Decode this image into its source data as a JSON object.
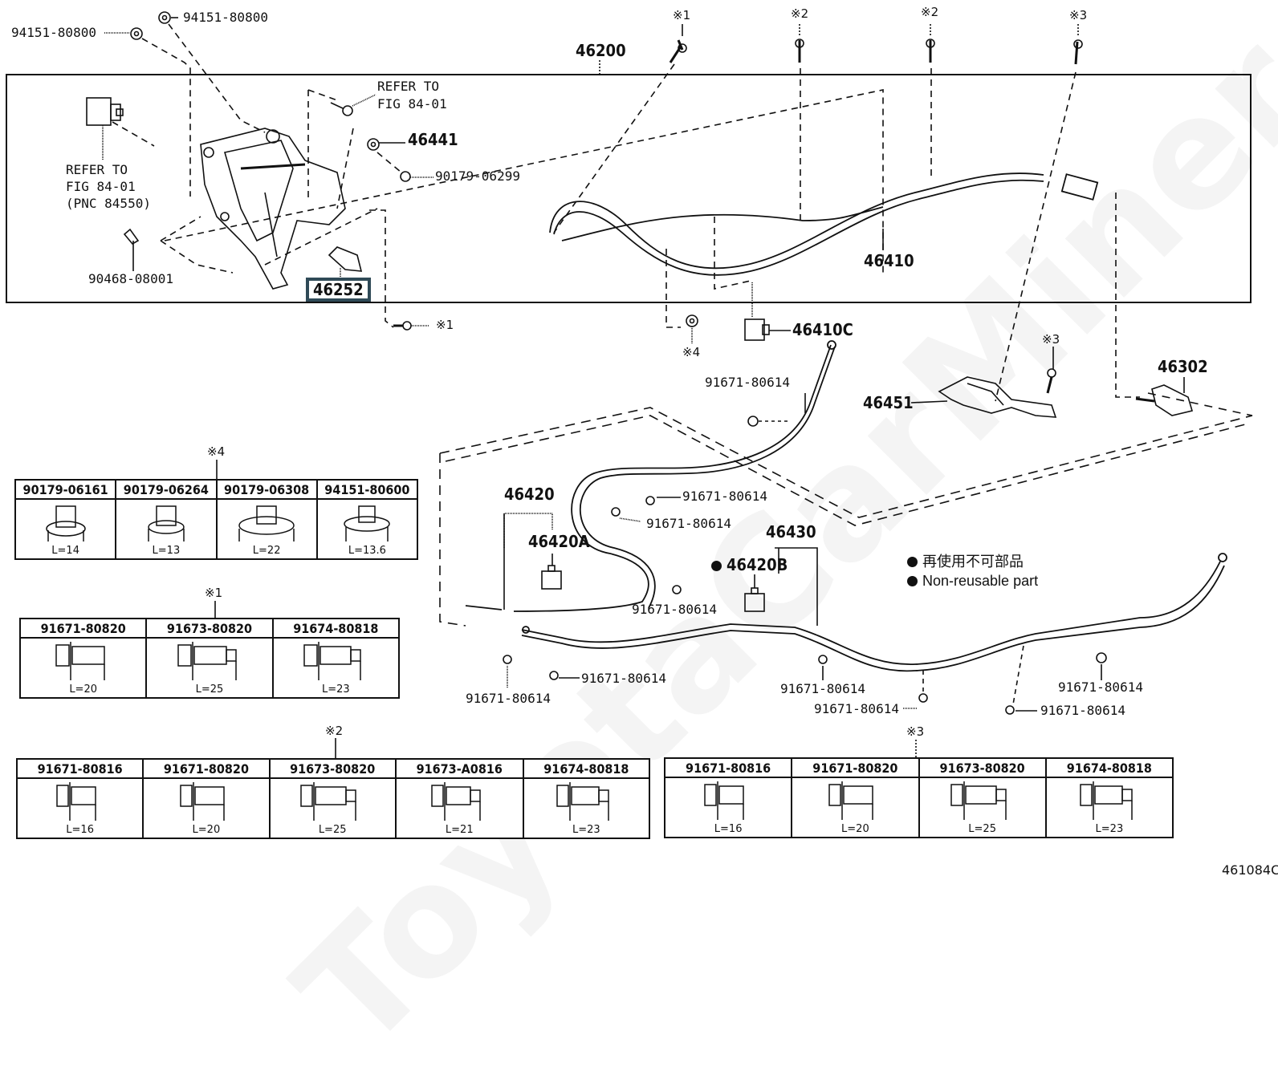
{
  "diagram_code": "461084C",
  "watermark": "ToyotaCarMiner.ru",
  "labels": {
    "p94151_a": "94151-80800",
    "p94151_b": "94151-80800",
    "p46200": "46200",
    "refer1_line1": "REFER TO",
    "refer1_line2": "FIG 84-01",
    "refer2_line1": "REFER TO",
    "refer2_line2": "FIG 84-01",
    "refer2_line3": "(PNC 84550)",
    "p46441": "46441",
    "p90179": "90179-06299",
    "p90468": "90468-08001",
    "p46252": "46252",
    "p46410": "46410",
    "p46410C": "46410C",
    "p46302": "46302",
    "p46451": "46451",
    "p46420": "46420",
    "p46420A": "46420A",
    "p46430": "46430",
    "p46420B": "46420B",
    "bolt": "91671-80614"
  },
  "marks": {
    "m1": "※1",
    "m2": "※2",
    "m3": "※3",
    "m4": "※4"
  },
  "legend": {
    "jp": "再使用不可部品",
    "en": "Non-reusable part"
  },
  "tables": {
    "t4": {
      "mark": "※4",
      "cols": [
        {
          "part": "90179-06161",
          "len": "L=14"
        },
        {
          "part": "90179-06264",
          "len": "L=13"
        },
        {
          "part": "90179-06308",
          "len": "L=22"
        },
        {
          "part": "94151-80600",
          "len": "L=13.6"
        }
      ]
    },
    "t1": {
      "mark": "※1",
      "cols": [
        {
          "part": "91671-80820",
          "len": "L=20"
        },
        {
          "part": "91673-80820",
          "len": "L=25"
        },
        {
          "part": "91674-80818",
          "len": "L=23"
        }
      ]
    },
    "t2": {
      "mark": "※2",
      "cols": [
        {
          "part": "91671-80816",
          "len": "L=16"
        },
        {
          "part": "91671-80820",
          "len": "L=20"
        },
        {
          "part": "91673-80820",
          "len": "L=25"
        },
        {
          "part": "91673-A0816",
          "len": "L=21"
        },
        {
          "part": "91674-80818",
          "len": "L=23"
        }
      ]
    },
    "t3": {
      "mark": "※3",
      "cols": [
        {
          "part": "91671-80816",
          "len": "L=16"
        },
        {
          "part": "91671-80820",
          "len": "L=20"
        },
        {
          "part": "91673-80820",
          "len": "L=25"
        },
        {
          "part": "91674-80818",
          "len": "L=23"
        }
      ]
    }
  }
}
